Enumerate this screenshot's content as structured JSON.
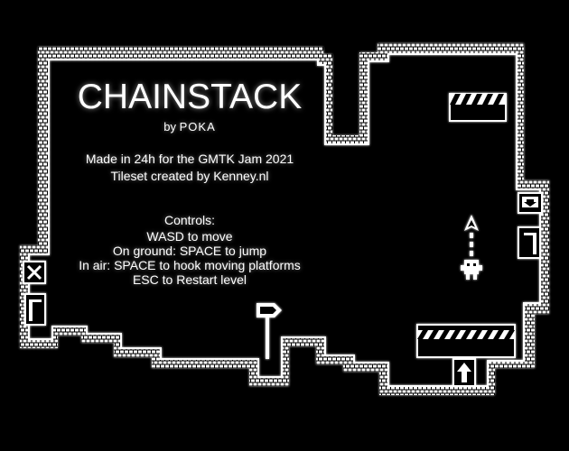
{
  "game": {
    "title": "CHAINSTACK",
    "byline_prefix": "by",
    "author": "POKA",
    "credits": [
      "Made in 24h for the GMTK Jam 2021",
      "Tileset created by Kenney.nl"
    ],
    "controls_heading": "Controls:",
    "controls": [
      "WASD to move",
      "On ground: SPACE to jump",
      "In air: SPACE to hook moving platforms",
      "ESC to Restart level"
    ]
  },
  "colors": {
    "background": "#000000",
    "wall": "#ffffff",
    "glow": "rgba(255,255,255,0.5)"
  },
  "icons": {
    "crate": "x-crate-icon",
    "door_left": "door-icon",
    "door_right": "door-icon",
    "signpost": "arrow-signpost-icon",
    "player": "player-icon",
    "hook": "hook-arrow-icon",
    "exit_sign": "down-arrow-sign-icon",
    "spring": "up-arrow-spring-icon"
  }
}
